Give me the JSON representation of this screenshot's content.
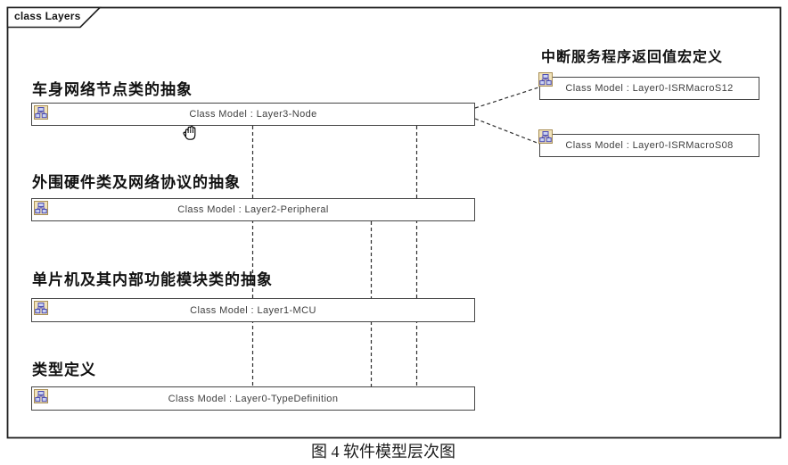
{
  "frame": {
    "label": "class Layers"
  },
  "caption": "图 4 软件模型层次图",
  "sections": [
    {
      "label": "车身网络节点类的抽象",
      "box_text": "Class Model : Layer3-Node"
    },
    {
      "label": "外围硬件类及网络协议的抽象",
      "box_text": "Class Model : Layer2-Peripheral"
    },
    {
      "label": "单片机及其内部功能模块类的抽象",
      "box_text": "Class Model : Layer1-MCU"
    },
    {
      "label": "类型定义",
      "box_text": "Class Model : Layer0-TypeDefinition"
    }
  ],
  "right_group": {
    "label": "中断服务程序返回值宏定义",
    "boxes": [
      {
        "box_text": "Class Model : Layer0-ISRMacroS12"
      },
      {
        "box_text": "Class Model : Layer0-ISRMacroS08"
      }
    ]
  },
  "icons": {
    "class_model": "class-model-icon",
    "cursor": "hand-cursor"
  },
  "colors": {
    "frame_border": "#1f1f1f",
    "box_border": "#454545",
    "box_fill": "#ffffff",
    "connector": "#2e2e2e",
    "box_text": "#3f3f3f",
    "label_text": "#111111",
    "icon_bg": "#f1e3bb",
    "icon_border": "#a98f55",
    "icon_glyph": "#4b4bb4"
  }
}
